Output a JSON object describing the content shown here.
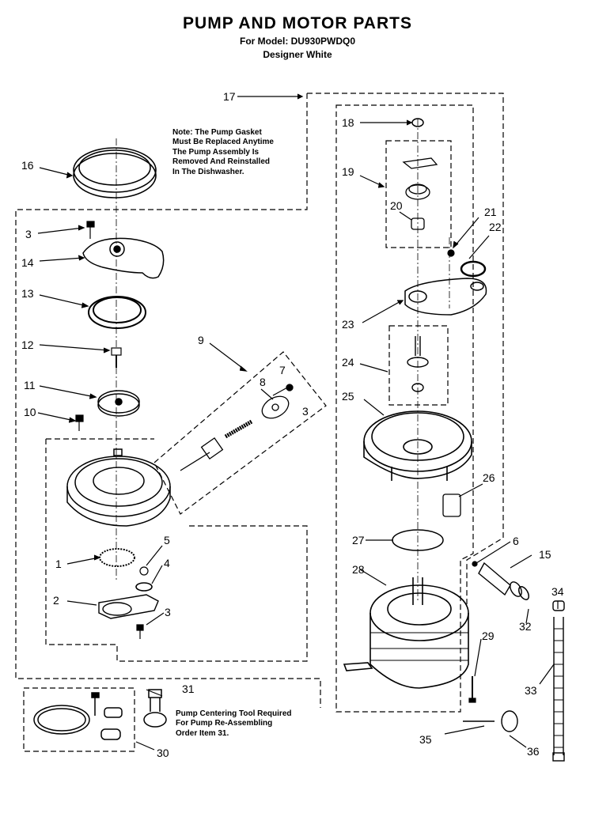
{
  "title": "PUMP AND MOTOR PARTS",
  "model_line": "For Model: DU930PWDQ0",
  "color_line": "Designer White",
  "note_gasket": [
    "Note: The Pump Gasket",
    "Must Be Replaced Anytime",
    "The Pump Assembly Is",
    "Removed And Reinstalled",
    "In The Dishwasher."
  ],
  "note_tool": [
    "Pump Centering Tool Required",
    "For Pump Re-Assembling",
    "Order Item 31."
  ],
  "callouts": {
    "c1": "1",
    "c2": "2",
    "c3a": "3",
    "c3b": "3",
    "c3c": "3",
    "c4": "4",
    "c5": "5",
    "c6": "6",
    "c7": "7",
    "c8": "8",
    "c9": "9",
    "c10": "10",
    "c11": "11",
    "c12": "12",
    "c13": "13",
    "c14": "14",
    "c15": "15",
    "c16": "16",
    "c17": "17",
    "c18": "18",
    "c19": "19",
    "c20": "20",
    "c21": "21",
    "c22": "22",
    "c23": "23",
    "c24": "24",
    "c25": "25",
    "c26": "26",
    "c27": "27",
    "c28": "28",
    "c29": "29",
    "c30": "30",
    "c31": "31",
    "c32": "32",
    "c33": "33",
    "c34": "34",
    "c35": "35",
    "c36": "36"
  }
}
